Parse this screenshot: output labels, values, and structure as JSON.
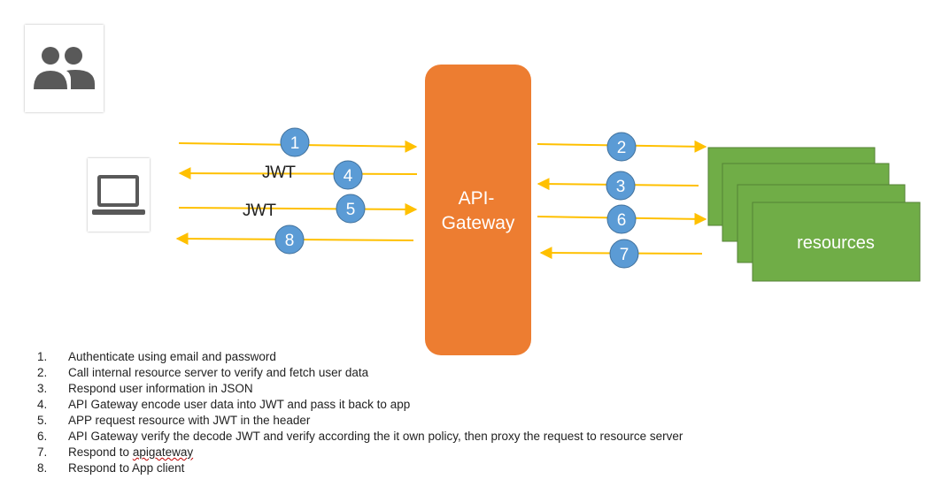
{
  "colors": {
    "arrow": "#ffc000",
    "gateway": "#ed7d31",
    "resource": "#70ad47",
    "badge": "#5b9bd5",
    "icon": "#595959"
  },
  "icons": {
    "users": "users-icon",
    "client": "laptop-icon"
  },
  "gateway": {
    "line1": "API-",
    "line2": "Gateway"
  },
  "resources": {
    "label": "resources"
  },
  "jwt_labels": {
    "response": "JWT",
    "request": "JWT"
  },
  "badges": {
    "b1": "1",
    "b2": "2",
    "b3": "3",
    "b4": "4",
    "b5": "5",
    "b6": "6",
    "b7": "7",
    "b8": "8"
  },
  "steps": [
    {
      "num": "1.",
      "text": "Authenticate using email and password"
    },
    {
      "num": "2.",
      "text": "Call internal resource server to verify and fetch user data"
    },
    {
      "num": "3.",
      "text": "Respond user information in JSON"
    },
    {
      "num": "4.",
      "text": "API Gateway encode user data into JWT and pass it back to app"
    },
    {
      "num": "5.",
      "text": "APP request resource with JWT in the header"
    },
    {
      "num": "6.",
      "text": "API Gateway verify the decode JWT and verify according the it own policy, then proxy the request to resource server"
    },
    {
      "num": "7.",
      "text_prefix": "Respond to ",
      "text_underlined": "apigateway"
    },
    {
      "num": "8.",
      "text": "Respond to App client"
    }
  ]
}
